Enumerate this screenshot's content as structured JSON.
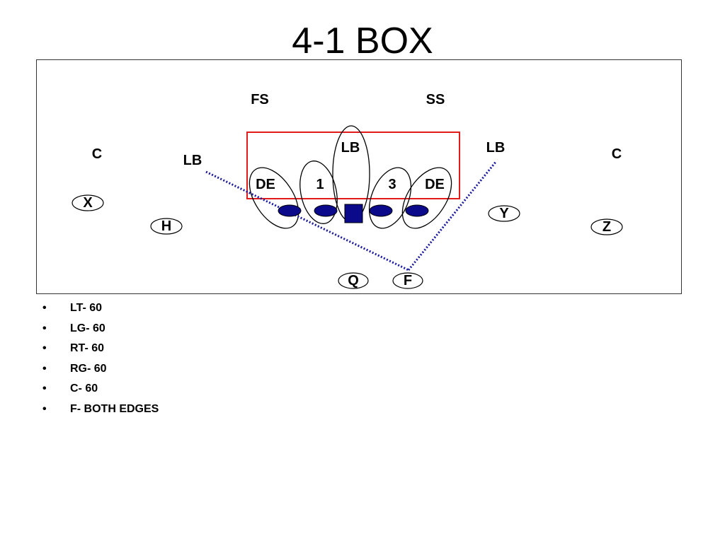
{
  "title": "4-1 BOX",
  "defense": {
    "fs": "FS",
    "ss": "SS",
    "lb_middle": "LB",
    "lb_left": "LB",
    "lb_right": "LB",
    "c_left": "C",
    "c_right": "C",
    "de_left": "DE",
    "tech_1": "1",
    "tech_3": "3",
    "de_right": "DE"
  },
  "offense": {
    "x": "X",
    "h": "H",
    "y": "Y",
    "z": "Z",
    "q": "Q",
    "f": "F"
  },
  "bullets": [
    "LT- 60",
    "LG- 60",
    "RT- 60",
    "RG- 60",
    "C- 60",
    "F- BOTH EDGES"
  ],
  "colors": {
    "box": "#e11a1a",
    "lineman": "#0a0a8a",
    "route": "#1a1aa0"
  }
}
